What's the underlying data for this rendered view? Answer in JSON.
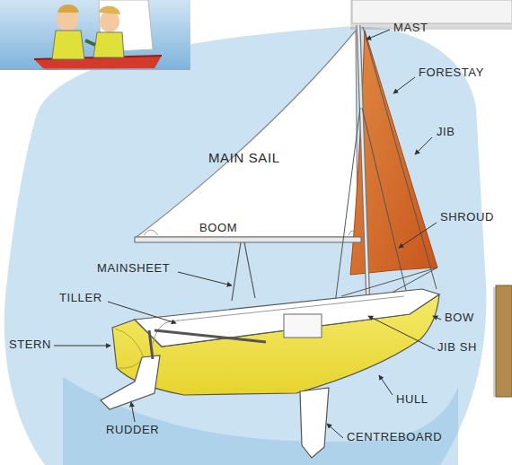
{
  "diagram": {
    "labels": [
      "MAST",
      "FORESTAY",
      "MAIN SAIL",
      "JIB",
      "BOOM",
      "SHROUD",
      "MAINSHEET",
      "TILLER",
      "STERN",
      "BOW",
      "JIB SH",
      "HULL",
      "RUDDER",
      "CENTREBOARD"
    ]
  }
}
